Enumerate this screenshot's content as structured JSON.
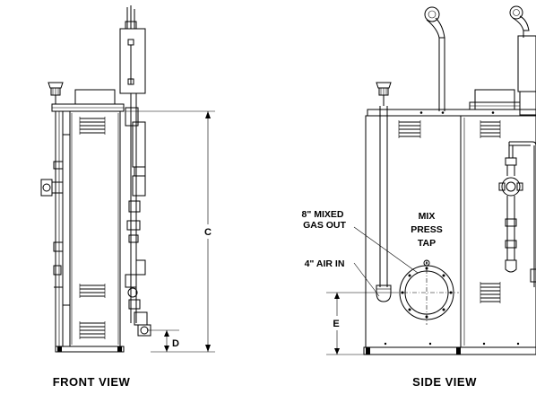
{
  "views": {
    "front": {
      "title": "FRONT VIEW"
    },
    "side": {
      "title": "SIDE VIEW"
    }
  },
  "dimensions": {
    "c": "C",
    "d": "D",
    "e": "E"
  },
  "callouts": {
    "mixed_gas_out": [
      "8\" MIXED",
      "GAS OUT"
    ],
    "air_in": "4\" AIR IN",
    "mix_press_tap": [
      "MIX",
      "PRESS",
      "TAP"
    ]
  }
}
